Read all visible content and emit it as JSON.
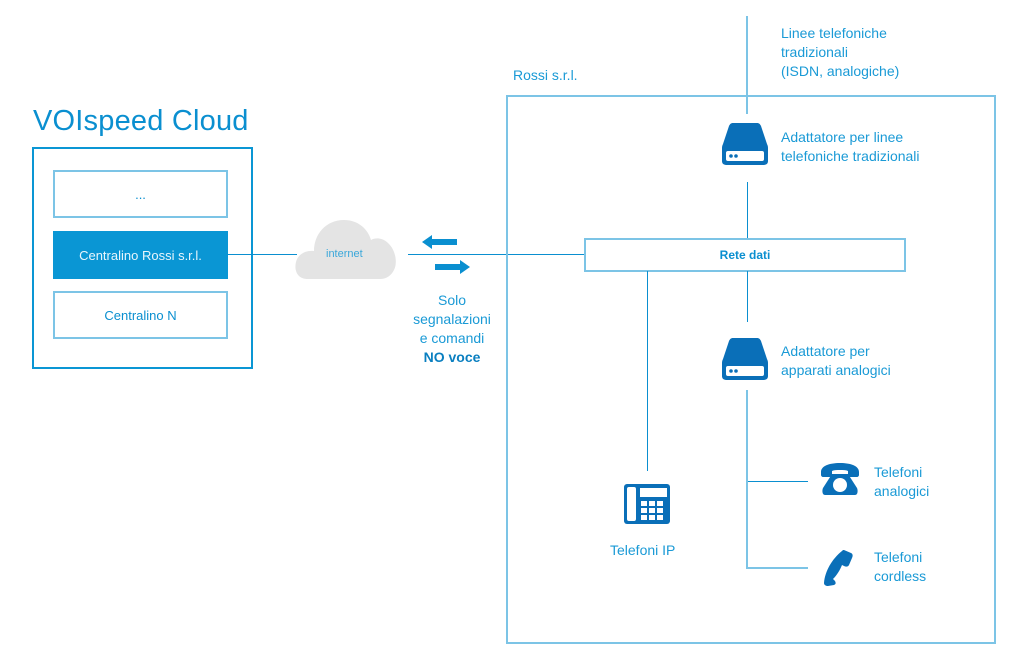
{
  "cloud": {
    "title": "VOIspeed Cloud",
    "items": [
      {
        "label": "...",
        "active": false
      },
      {
        "label": "Centralino Rossi s.r.l.",
        "active": true
      },
      {
        "label": "Centralino N",
        "active": false
      }
    ]
  },
  "internet": {
    "label": "internet",
    "icon": "cloud-icon"
  },
  "note": {
    "line1": "Solo",
    "line2": "segnalazioni",
    "line3": "e comandi",
    "line4": "NO voce"
  },
  "company": {
    "name": "Rossi s.r.l.",
    "network_label": "Rete dati"
  },
  "external_lines": {
    "line1": "Linee telefoniche",
    "line2": "tradizionali",
    "line3": "(ISDN, analogiche)"
  },
  "devices": {
    "adapter_lines": {
      "line1": "Adattatore per linee",
      "line2": "telefoniche tradizionali",
      "icon": "adapter-icon"
    },
    "adapter_analog": {
      "line1": "Adattatore per",
      "line2": "apparati analogici",
      "icon": "adapter-icon"
    },
    "ip_phones": {
      "label": "Telefoni IP",
      "icon": "desk-phone-icon"
    },
    "analog_phones": {
      "line1": "Telefoni",
      "line2": "analogici",
      "icon": "telephone-icon"
    },
    "cordless_phones": {
      "line1": "Telefoni",
      "line2": "cordless",
      "icon": "handset-icon"
    }
  },
  "colors": {
    "primary": "#0a96d4",
    "dark_icon": "#0a6fb8",
    "light_border": "#7cc4e6",
    "cloud_fill": "#e4e4e4"
  }
}
